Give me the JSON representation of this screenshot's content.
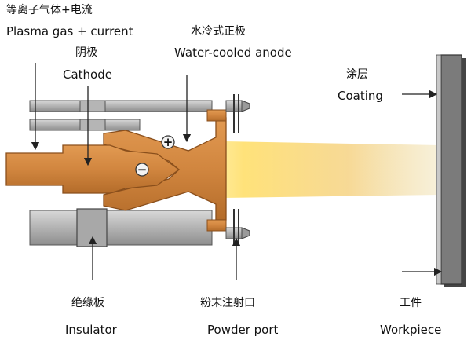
{
  "labels": {
    "plasma_cn": "等离子气体+电流",
    "plasma_en": "Plasma gas + current",
    "cathode_cn": "阴极",
    "cathode_en": "Cathode",
    "anode_cn": "水冷式正极",
    "anode_en": "Water-cooled anode",
    "coating_cn": "涂层",
    "coating_en": "Coating",
    "insulator_cn": "绝缘板",
    "insulator_en": "Insulator",
    "powder_cn": "粉末注射口",
    "powder_en": "Powder port",
    "workpiece_cn": "工件",
    "workpiece_en": "Workpiece",
    "plus_symbol": "+",
    "minus_symbol": "−"
  },
  "colors": {
    "copper": "#d1863f",
    "copper_dark": "#9c5a1f",
    "steel": "#9a9a9a",
    "steel_light": "#c4c4c4",
    "insulator": "#b0b0b0",
    "flame_core": "#fff6b0",
    "flame_edge": "#f4c24a",
    "workpiece": "#6f6f6f"
  }
}
